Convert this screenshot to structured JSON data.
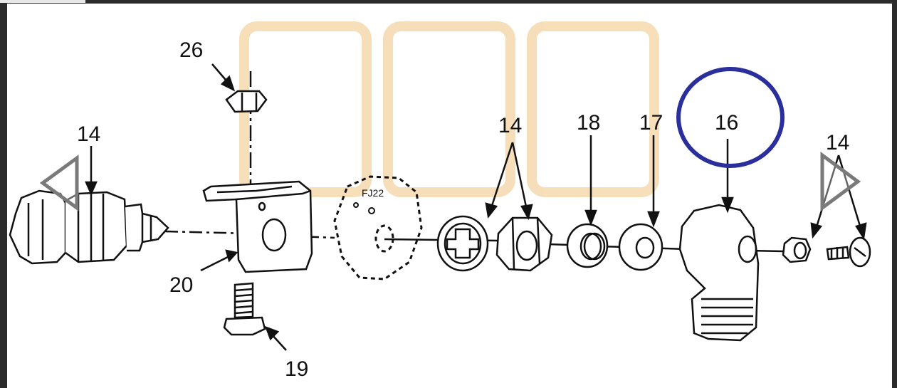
{
  "diagram": {
    "callouts": {
      "c26": "26",
      "c14_left": "14",
      "c20": "20",
      "c19": "19",
      "c14_mid": "14",
      "c18": "18",
      "c17": "17",
      "c16": "16",
      "c14_right": "14"
    },
    "highlighted_callout": "16",
    "highlight_color": "#2a2f9c",
    "part_stamp": "FJ22"
  },
  "viewer": {
    "prev_icon": "triangle-left-icon",
    "next_icon": "triangle-right-icon",
    "watermark_color": "#f6d9ae"
  }
}
